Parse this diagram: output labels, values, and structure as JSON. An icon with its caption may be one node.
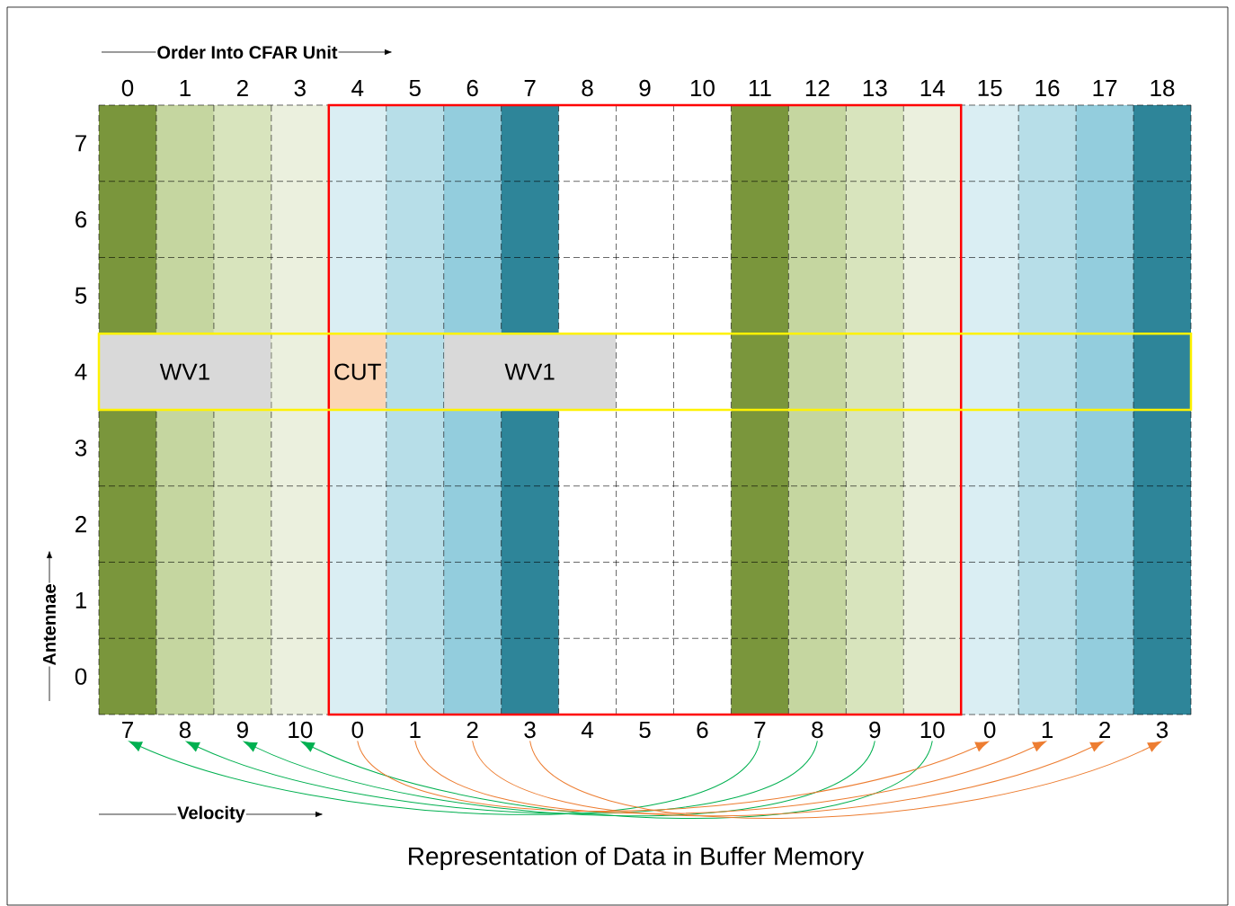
{
  "diagram": {
    "caption": "Representation of Data in Buffer Memory",
    "nodes": [
      {
        "text": [
          "WV1"
        ]
      },
      {
        "text": [
          "CUT"
        ]
      },
      {
        "text": [
          "WV1"
        ]
      },
      {
        "text": [
          "7"
        ]
      },
      {
        "text": [
          "8"
        ]
      },
      {
        "text": [
          "9"
        ]
      },
      {
        "text": [
          "10"
        ]
      },
      {
        "text": [
          "0"
        ]
      },
      {
        "text": [
          "1"
        ]
      },
      {
        "text": [
          "2"
        ]
      },
      {
        "text": [
          "3"
        ]
      },
      {
        "text": [
          "4"
        ]
      },
      {
        "text": [
          "5"
        ]
      },
      {
        "text": [
          "6"
        ]
      },
      {
        "text": [
          "7"
        ]
      },
      {
        "text": [
          "8"
        ]
      },
      {
        "text": [
          "9"
        ]
      },
      {
        "text": [
          "10"
        ]
      },
      {
        "text": [
          "0"
        ]
      },
      {
        "text": [
          "1"
        ]
      },
      {
        "text": [
          "2"
        ]
      },
      {
        "text": [
          "3"
        ]
      }
    ],
    "edges": [
      {
        "from": 14,
        "to": 3,
        "arrow": "to",
        "color": "#00b050"
      },
      {
        "from": 15,
        "to": 4,
        "arrow": "to",
        "color": "#00b050"
      },
      {
        "from": 16,
        "to": 5,
        "arrow": "to",
        "color": "#00b050"
      },
      {
        "from": 17,
        "to": 6,
        "arrow": "to",
        "color": "#00b050"
      },
      {
        "from": 7,
        "to": 18,
        "arrow": "to",
        "color": "#ed7d31"
      },
      {
        "from": 8,
        "to": 19,
        "arrow": "to",
        "color": "#ed7d31"
      },
      {
        "from": 9,
        "to": 20,
        "arrow": "to",
        "color": "#ed7d31"
      },
      {
        "from": 10,
        "to": 21,
        "arrow": "to",
        "color": "#ed7d31"
      }
    ],
    "labels": [
      "Order Into CFAR Unit",
      "0",
      "1",
      "2",
      "3",
      "4",
      "5",
      "6",
      "7",
      "8",
      "9",
      "10",
      "11",
      "12",
      "13",
      "14",
      "15",
      "16",
      "17",
      "18",
      "7",
      "6",
      "5",
      "4",
      "3",
      "2",
      "1",
      "0",
      "Antennae",
      "Velocity"
    ]
  }
}
